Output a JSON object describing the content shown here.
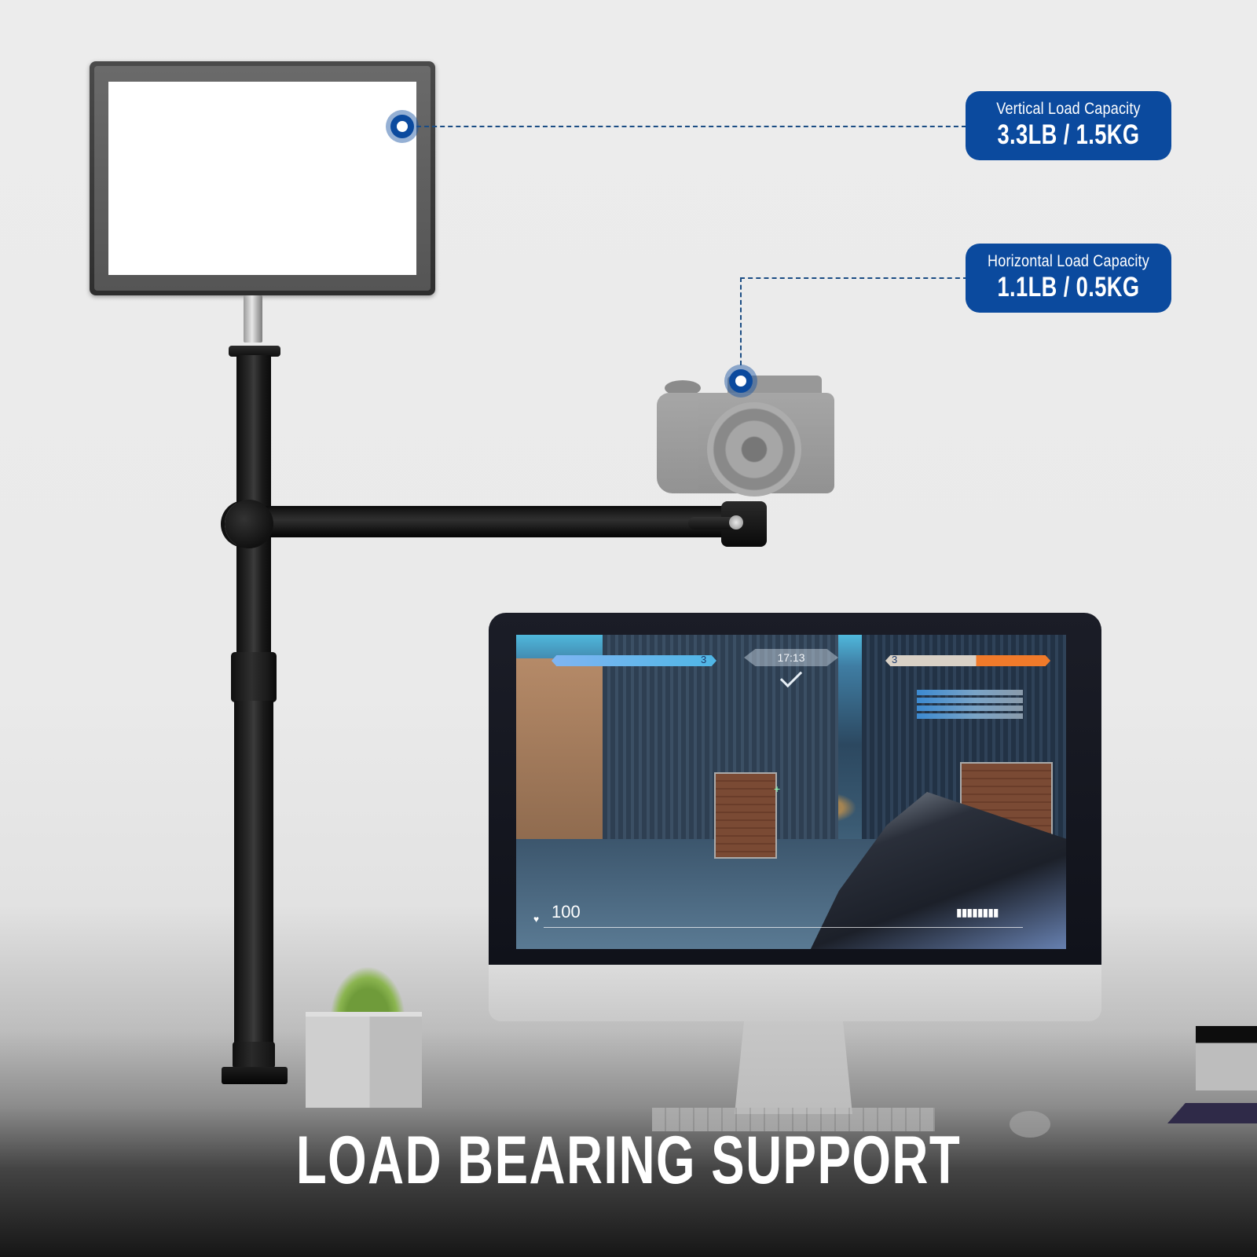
{
  "scene": {
    "background_color": "#ececec",
    "accent_color": "#0b4a9e",
    "line_color": "#1b4d84"
  },
  "callouts": [
    {
      "label": "Vertical Load Capacity",
      "value": "3.3LB / 1.5KG",
      "anchor": "light-panel"
    },
    {
      "label": "Horizontal Load Capacity",
      "value": "1.1LB / 0.5KG",
      "anchor": "camera"
    }
  ],
  "monitor_game_hud": {
    "timer": "17:13",
    "team_left_score": "3",
    "team_right_score": "3",
    "health": "100",
    "heart_icon": "♥",
    "ammo_icon": "▮▮▮▮▮▮▮▮",
    "crosshair_icon": "+",
    "team_left_color": "#4fb6e6",
    "team_right_color": "#f07a2a"
  },
  "title": "LOAD BEARING SUPPORT"
}
